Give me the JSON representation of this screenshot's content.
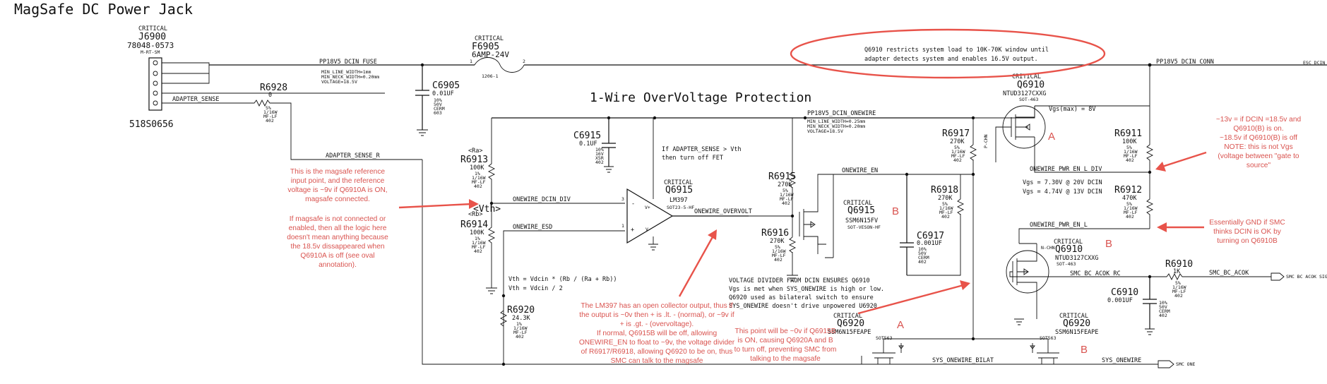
{
  "title": "MagSafe DC Power Jack",
  "section_title": "1-Wire OverVoltage Protection",
  "part_number": "518S0656",
  "colors": {
    "annotation_red": "#e8534a",
    "wire": "#111111"
  },
  "components": {
    "j6900": {
      "critical": "CRITICAL",
      "ref": "J6900",
      "part": "78048-0573",
      "sub": "M-RT-SM"
    },
    "f6905": {
      "critical": "CRITICAL",
      "ref": "F6905",
      "value": "6AMP-24V",
      "pkg": "1206-1"
    },
    "r6928": {
      "ref": "R6928",
      "value": "0",
      "spec": [
        "5%",
        "1/16W",
        "MF-LF",
        "402"
      ]
    },
    "c6905": {
      "ref": "C6905",
      "value": "0.01UF",
      "spec": [
        "10%",
        "50V",
        "CERM",
        "603"
      ]
    },
    "c6915": {
      "ref": "C6915",
      "value": "0.1UF",
      "spec": [
        "10%",
        "16V",
        "X5R",
        "402"
      ]
    },
    "u6915": {
      "critical": "CRITICAL",
      "ref": "Q6915",
      "part": "LM397",
      "pkg": "SOT23-5-HF"
    },
    "q6915b": {
      "critical": "CRITICAL",
      "ref": "Q6915",
      "part": "SSM6N15FV",
      "pkg": "SOT-VESON-HF",
      "sub": "B"
    },
    "q6910a": {
      "critical": "CRITICAL",
      "ref": "Q6910",
      "part": "NTUD3127CXXG",
      "pkg": "SOT-463",
      "sub": "A"
    },
    "q6910b": {
      "critical": "CRITICAL",
      "ref": "Q6910",
      "part": "NTUD3127CXXG",
      "pkg": "SOT-463",
      "sub": "B"
    },
    "q6920a": {
      "critical": "CRITICAL",
      "ref": "Q6920",
      "part": "SSM6N15FEAPE",
      "pkg": "SOT563",
      "sub": "A"
    },
    "q6920b": {
      "critical": "CRITICAL",
      "ref": "Q6920",
      "part": "SSM6N15FEAPE",
      "pkg": "SOT563",
      "sub": "B"
    },
    "r6913": {
      "tag": "<Ra>",
      "ref": "R6913",
      "value": "100K",
      "spec": [
        "1%",
        "1/16W",
        "MF-LF",
        "402"
      ]
    },
    "r6914": {
      "tag": "<Rb>",
      "ref": "R6914",
      "value": "100K",
      "spec": [
        "1%",
        "1/16W",
        "MF-LF",
        "402"
      ]
    },
    "r6915": {
      "ref": "R6915",
      "value": "270K",
      "spec": [
        "5%",
        "1/16W",
        "MF-LF",
        "402"
      ]
    },
    "r6916": {
      "ref": "R6916",
      "value": "270K",
      "spec": [
        "5%",
        "1/16W",
        "MF-LF",
        "402"
      ]
    },
    "r6917": {
      "ref": "R6917",
      "value": "270K",
      "spec": [
        "5%",
        "1/16W",
        "MF-LF",
        "402"
      ]
    },
    "r6918": {
      "ref": "R6918",
      "value": "270K",
      "spec": [
        "5%",
        "1/16W",
        "MF-LF",
        "402"
      ]
    },
    "r6920": {
      "ref": "R6920",
      "value": "24.3K",
      "spec": [
        "1%",
        "1/16W",
        "MF-LF",
        "402"
      ]
    },
    "r6911": {
      "ref": "R6911",
      "value": "100K",
      "spec": [
        "5%",
        "1/16W",
        "MF-LF",
        "402"
      ]
    },
    "r6912": {
      "ref": "R6912",
      "value": "470K",
      "spec": [
        "5%",
        "1/16W",
        "MF-LF",
        "402"
      ]
    },
    "r6910": {
      "ref": "R6910",
      "value": "1K",
      "spec": [
        "5%",
        "1/16W",
        "MF-LF",
        "402"
      ]
    },
    "c6917": {
      "ref": "C6917",
      "value": "0.001UF",
      "spec": [
        "10%",
        "50V",
        "CERM",
        "402"
      ]
    },
    "c6910": {
      "ref": "C6910",
      "value": "0.001UF",
      "spec": [
        "10%",
        "50V",
        "CERM",
        "402"
      ]
    }
  },
  "nets": {
    "dcin_fuse": "PP18V5_DCIN_FUSE",
    "dcin_fuse_props": [
      "MIN_LINE_WIDTH=1mm",
      "MIN_NECK_WIDTH=0.20mm",
      "VOLTAGE=18.5V"
    ],
    "adapter_sense": "ADAPTER_SENSE",
    "adapter_sense_r": "ADAPTER_SENSE_R",
    "dcin_onewire": "PP18V5_DCIN_ONEWIRE",
    "dcin_onewire_props": [
      "MIN_LINE_WIDTH=0.25mm",
      "MIN_NECK_WIDTH=0.20mm",
      "VOLTAGE=18.5V"
    ],
    "dcin_conn": "PP18V5_DCIN_CONN",
    "onewire_dcin_div": "ONEWIRE_DCIN_DIV",
    "onewire_esd": "ONEWIRE_ESD",
    "onewire_overvolt": "ONEWIRE_OVERVOLT",
    "onewire_en": "ONEWIRE_EN",
    "onewire_pwr_en_l_div": "ONEWIRE_PWR_EN_L_DIV",
    "onewire_pwr_en_l": "ONEWIRE_PWR_EN_L",
    "smc_bc_acok_rc": "SMC_BC_ACOK_RC",
    "smc_bc_acok": "SMC_BC_ACOK",
    "sys_onewire_bilat": "SYS_ONEWIRE_BILAT",
    "sys_onewire": "SYS_ONEWIRE",
    "vth": "<Vth>"
  },
  "notes": {
    "oval": [
      "Q6910 restricts system load to 10K-70K window until",
      "adapter detects system and enables 16.5V output."
    ],
    "vgs_max": "Vgs(max) = 8V",
    "vgs_20v": "Vgs = 7.30V @ 20V DCIN",
    "vgs_13v": "Vgs = 4.74V @ 13V DCIN",
    "comparator": [
      "If ADAPTER_SENSE > Vth",
      "then turn off FET"
    ],
    "vth_formula": [
      "Vth = Vdcin * (Rb / (Ra + Rb))",
      "Vth = Vdcin / 2"
    ],
    "divider": [
      "VOLTAGE DIVIDER FROM DCIN ENSURES Q6910",
      "Vgs is met when SYS_ONEWIRE is high or low.",
      "Q6920 used as bilateral switch to ensure",
      "SYS_ONEWIRE doesn't drive unpowered U6920"
    ],
    "pchn": "P-CHN",
    "nchn": "N-CHN",
    "offpage_conn": "ESC DCIN",
    "offpage_acok": "SMC BC ACOK SIGS",
    "offpage_onewire": "SMC ONE"
  },
  "annotations": {
    "ref_point": [
      "This is the magsafe reference",
      "input point, and the reference",
      "voltage is ~9v if Q6910A is ON,",
      "magsafe connected.",
      "",
      "If magsafe is not connected or",
      "enabled, then all the logic here",
      "doesn't mean anything because",
      "the 18.5v dissappeared when",
      "Q6910A is off (see oval",
      "annotation)."
    ],
    "lm397": [
      "The LM397 has an open collector output, thus if",
      "the output is ~0v then + is .lt. - (normal), or ~9v if",
      "+ is .gt. - (overvoltage).",
      "If normal, Q6915B will be off, allowing",
      "ONEWIRE_EN to float to ~9v, the voltage divider",
      "of R6917/R6918, allowing Q6920 to be on, thus",
      "SMC can talk to the magsafe"
    ],
    "point_0v": [
      "This point will be ~0v if Q6915B",
      "is ON, causing Q6920A and B",
      "to turn off, preventing SMC from",
      "talking to the magsafe"
    ],
    "v13": [
      "~13v = if DCIN =18.5v and",
      "Q6910(B) is on.",
      "~18.5v if Q6910(B) is off",
      "NOTE: this is not Vgs",
      "(voltage between \"gate to",
      "source\""
    ],
    "gnd": [
      "Essentially GND if SMC",
      "thinks DCIN is OK by",
      "turning on Q6910B"
    ],
    "labels": {
      "a": "A",
      "b": "B"
    }
  }
}
